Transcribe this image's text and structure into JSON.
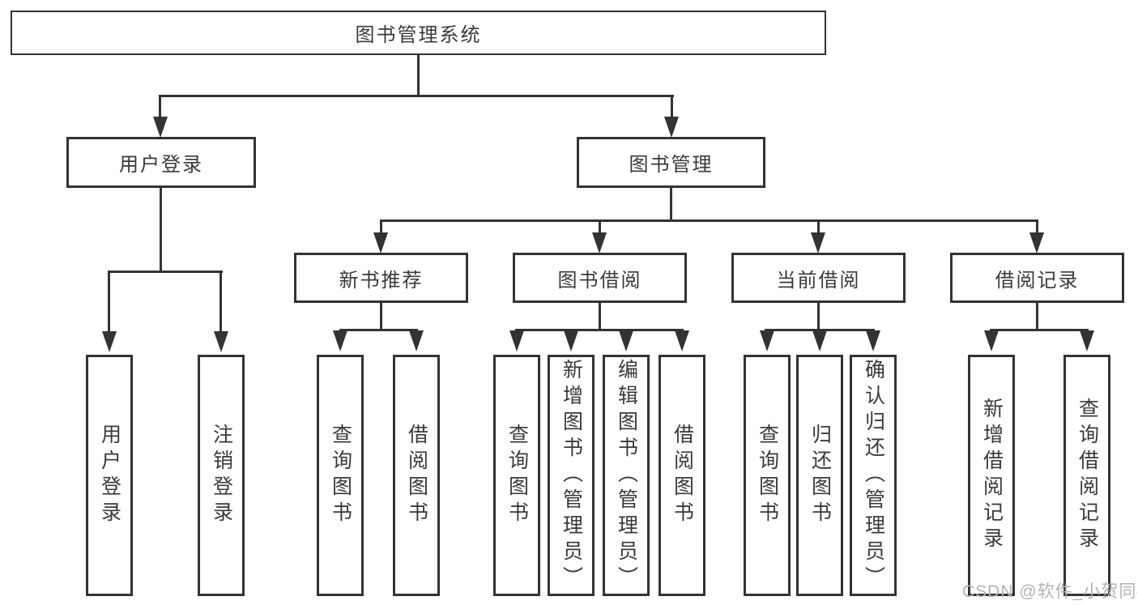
{
  "diagram": {
    "root": {
      "label": "图书管理系统"
    },
    "branches": {
      "user_login": {
        "label": "用户登录"
      },
      "book_mgmt": {
        "label": "图书管理"
      }
    },
    "modules": {
      "new_book_rec": {
        "label": "新书推荐"
      },
      "book_borrow": {
        "label": "图书借阅"
      },
      "current_borrow": {
        "label": "当前借阅"
      },
      "borrow_records": {
        "label": "借阅记录"
      }
    },
    "leaves": {
      "user_login": {
        "label": "用户登录"
      },
      "logout": {
        "label": "注销登录"
      },
      "nbr_query": {
        "label": "查询图书"
      },
      "nbr_borrow": {
        "label": "借阅图书"
      },
      "bb_query": {
        "label": "查询图书"
      },
      "bb_add": {
        "label": "新增图书（管理员）"
      },
      "bb_edit": {
        "label": "编辑图书（管理员）"
      },
      "bb_borrow": {
        "label": "借阅图书"
      },
      "cb_query": {
        "label": "查询图书"
      },
      "cb_return": {
        "label": "归还图书"
      },
      "cb_confirm": {
        "label": "确认归还（管理员）"
      },
      "br_add": {
        "label": "新增借阅记录"
      },
      "br_query": {
        "label": "查询借阅记录"
      }
    }
  },
  "watermark": {
    "text": "CSDN @软件_小贺同学"
  },
  "colors": {
    "line": "#333333",
    "text": "#3a3a3a",
    "watermark_text": "#b3b3b3",
    "background": "#ffffff"
  }
}
